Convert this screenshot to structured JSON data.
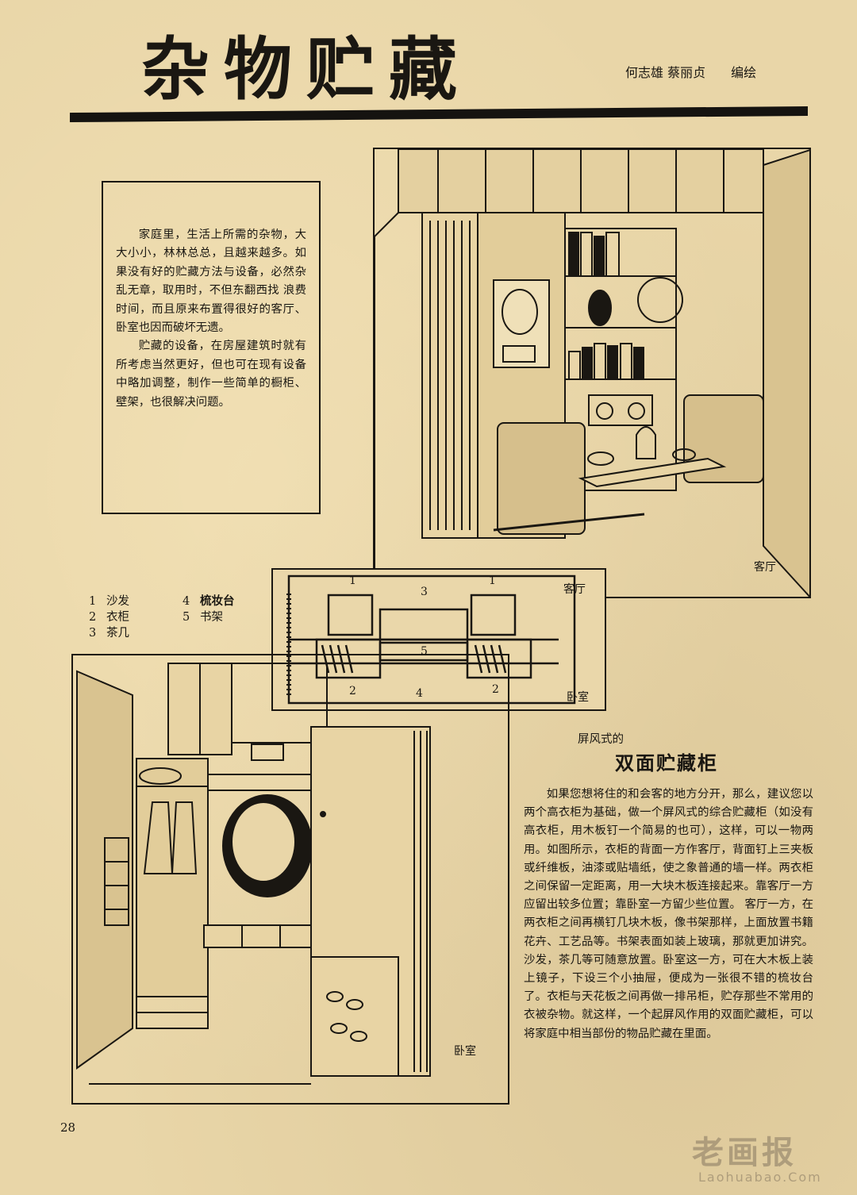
{
  "article": {
    "title": "杂物贮藏",
    "authors": "何志雄  蔡丽贞",
    "role": "编绘"
  },
  "intro": {
    "paragraphs": [
      "家庭里，生活上所需的杂物，大大小小，林林总总，且越来越多。如果没有好的贮藏方法与设备，必然杂乱无章，取用时，不但东翻西找  浪费时间，而且原来布置得很好的客厅、卧室也因而破坏无遗。",
      "贮藏的设备，在房屋建筑时就有所考虑当然更好，但也可在现有设备中略加调整，制作一些简单的橱柜、壁架，也很解决问题。"
    ]
  },
  "figures": {
    "living_room_caption": "客厅",
    "bedroom_caption": "卧室"
  },
  "legend": [
    {
      "num": "1",
      "label": "沙发"
    },
    {
      "num": "2",
      "label": "衣柜"
    },
    {
      "num": "3",
      "label": "茶几"
    },
    {
      "num": "4",
      "label": "梳妆台"
    },
    {
      "num": "5",
      "label": "书架"
    }
  ],
  "floor_plan": {
    "living_label": "客厅",
    "bedroom_label": "卧室",
    "n1a": "1",
    "n1b": "1",
    "n3": "3",
    "n5": "5",
    "n2a": "2",
    "n4": "4",
    "n2b": "2"
  },
  "section": {
    "subtitle": "屏风式的",
    "title": "双面贮藏柜",
    "paragraph": "如果您想将住的和会客的地方分开，那么，建议您以两个高衣柜为基础，做一个屏风式的综合贮藏柜（如没有高衣柜，用木板钉一个简易的也可），这样，可以一物两用。如图所示，衣柜的背面一方作客厅，背面钉上三夹板或纤维板，油漆或贴墙纸，使之象普通的墙一样。两衣柜之间保留一定距离，用一大块木板连接起来。靠客厅一方应留出较多位置；靠卧室一方留少些位置。  客厅一方，在两衣柜之间再横钉几块木板，像书架那样，上面放置书籍花卉、工艺品等。书架表面如装上玻璃，那就更加讲究。沙发，茶几等可随意放置。卧室这一方，可在大木板上装上镜子，下设三个小抽屉，便成为一张很不错的梳妆台了。衣柜与天花板之间再做一排吊柜，贮存那些不常用的衣被杂物。就这样，一个起屏风作用的双面贮藏柜，可以将家庭中相当部份的物品贮藏在里面。"
  },
  "page_number": "28",
  "watermark": {
    "main": "老画报",
    "sub": "Laohuabao.Com"
  },
  "colors": {
    "paper": "#e9d6a8",
    "ink": "#1a1712"
  }
}
